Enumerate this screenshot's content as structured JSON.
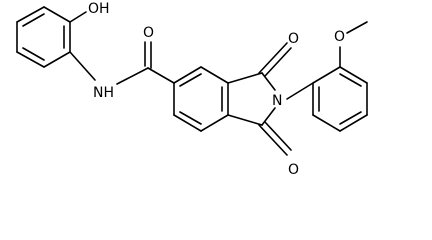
{
  "molecule": {
    "atom_labels": {
      "hydroxyl": "OH",
      "amide_nh": "NH",
      "amide_o": "O",
      "imide_o_top": "O",
      "imide_o_bottom": "O",
      "imide_n": "N",
      "methoxy_o": "O"
    },
    "colors": {
      "bond": "#000000",
      "label": "#000000",
      "background": "#ffffff"
    }
  }
}
